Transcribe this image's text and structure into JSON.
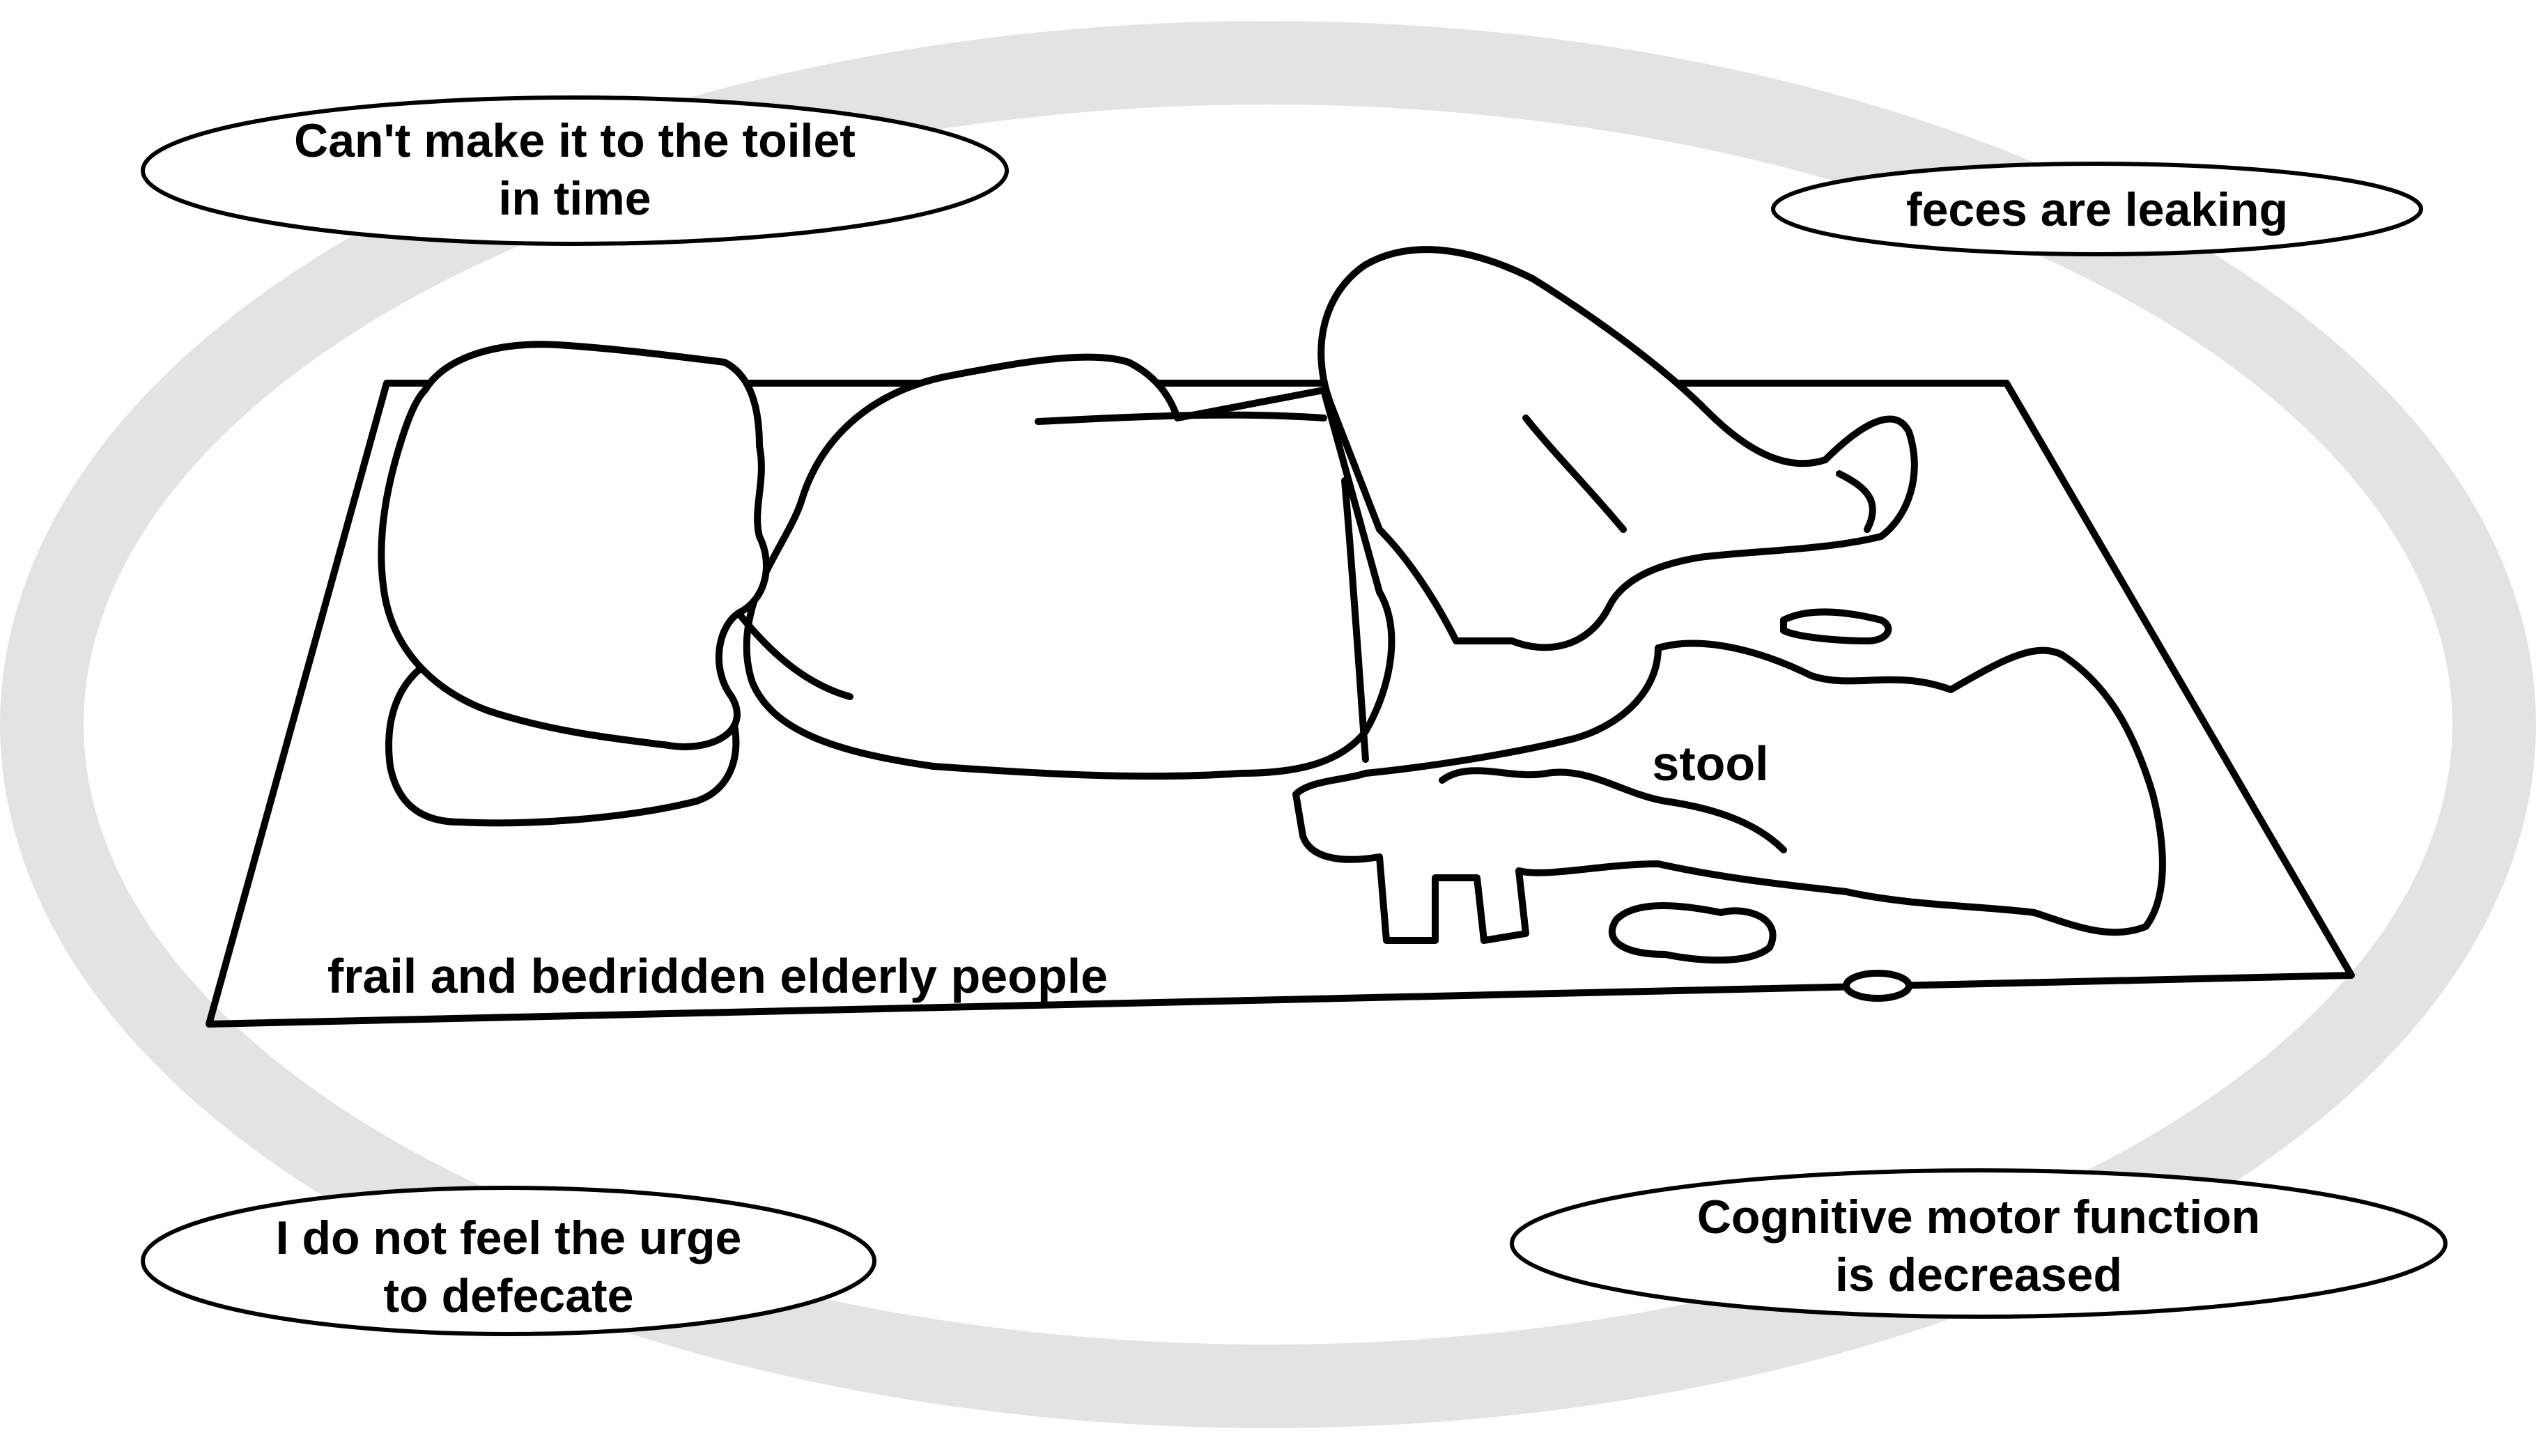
{
  "diagram": {
    "callouts": {
      "top_left": {
        "lines": [
          "Can't make it to the toilet",
          "in time"
        ]
      },
      "top_right": {
        "lines": [
          "feces are leaking"
        ]
      },
      "bottom_left": {
        "lines": [
          "I do not feel the urge",
          "to defecate"
        ]
      },
      "bottom_right": {
        "lines": [
          "Cognitive motor function",
          "is decreased"
        ]
      }
    },
    "labels": {
      "stool": "stool",
      "bed": "frail and bedridden elderly people"
    },
    "colors": {
      "ring": "#e3e3e3",
      "outline": "#000000",
      "background": "#ffffff"
    }
  }
}
